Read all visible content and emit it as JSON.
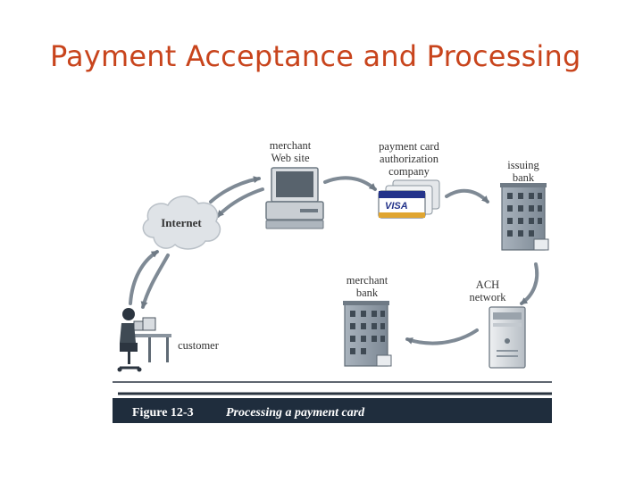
{
  "slide": {
    "title": "Payment Acceptance and Processing"
  },
  "diagram": {
    "nodes": {
      "internet": "Internet",
      "merchant_web_site": [
        "merchant",
        "Web site"
      ],
      "payment_card_company": [
        "payment card",
        "authorization",
        "company"
      ],
      "issuing_bank": [
        "issuing",
        "bank"
      ],
      "ach_network": [
        "ACH",
        "network"
      ],
      "merchant_bank": [
        "merchant",
        "bank"
      ],
      "customer": "customer"
    },
    "card_brand": "VISA",
    "caption": {
      "number": "Figure 12-3",
      "text": "Processing a payment card"
    },
    "colors": {
      "title": "#c8441c",
      "caption_bar": "#1f2d3d",
      "arrow": "#7f8a95",
      "building": "#8e9aa6"
    }
  }
}
